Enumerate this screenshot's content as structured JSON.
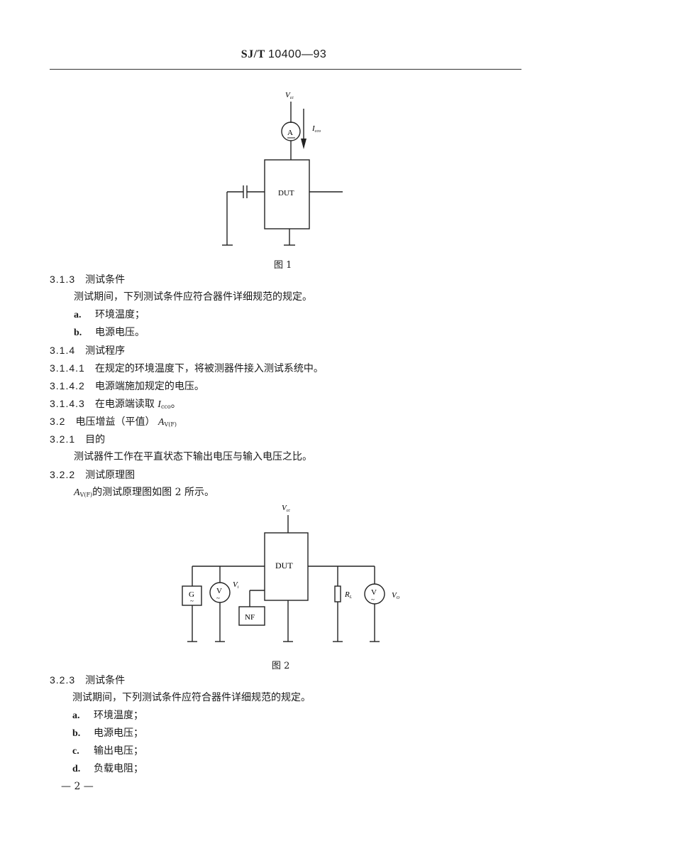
{
  "header": {
    "prefix": "SJ/T",
    "number": "10400—93"
  },
  "figure1": {
    "supply_label": "V",
    "supply_sub": "cc",
    "meter_label": "A",
    "current_label": "I",
    "current_sub": "cco",
    "device_label": "DUT",
    "caption": "图 1"
  },
  "section_313": {
    "number": "3.1.3",
    "title": "测试条件",
    "intro": "测试期间，下列测试条件应符合器件详细规范的规定。",
    "items": [
      {
        "label": "a.",
        "text": "环境温度；"
      },
      {
        "label": "b.",
        "text": "电源电压。"
      }
    ]
  },
  "section_314": {
    "number": "3.1.4",
    "title": "测试程序",
    "steps": [
      {
        "number": "3.1.4.1",
        "text": "在规定的环境温度下，将被测器件接入测试系统中。"
      },
      {
        "number": "3.1.4.2",
        "text": "电源端施加规定的电压。"
      },
      {
        "number": "3.1.4.3",
        "text": "在电源端读取",
        "symbol": "I",
        "symbol_sub": "cco",
        "suffix": "。"
      }
    ]
  },
  "section_32": {
    "number": "3.2",
    "title": "电压增益（平值）",
    "symbol": "A",
    "symbol_sub": "V(F)"
  },
  "section_321": {
    "number": "3.2.1",
    "title": "目的",
    "text": "测试器件工作在平直状态下输出电压与输入电压之比。"
  },
  "section_322": {
    "number": "3.2.2",
    "title": "测试原理图",
    "symbol": "A",
    "symbol_sub": "V(F)",
    "text": "的测试原理图如图 2 所示。"
  },
  "figure2": {
    "supply_label": "V",
    "supply_sub": "cc",
    "device_label": "DUT",
    "generator_label": "G",
    "input_meter_label": "V",
    "input_voltage_label": "V",
    "input_voltage_sub": "i",
    "network_label": "NF",
    "load_label": "R",
    "load_sub": "L",
    "output_meter_label": "V",
    "output_voltage_label": "V",
    "output_voltage_sub": "O",
    "caption": "图 2"
  },
  "section_323": {
    "number": "3.2.3",
    "title": "测试条件",
    "intro": "测试期间，下列测试条件应符合器件详细规范的规定。",
    "items": [
      {
        "label": "a.",
        "text": "环境温度；"
      },
      {
        "label": "b.",
        "text": "电源电压；"
      },
      {
        "label": "c.",
        "text": "输出电压；"
      },
      {
        "label": "d.",
        "text": "负载电阻；"
      }
    ]
  },
  "footer": {
    "page": "— 2 —"
  }
}
